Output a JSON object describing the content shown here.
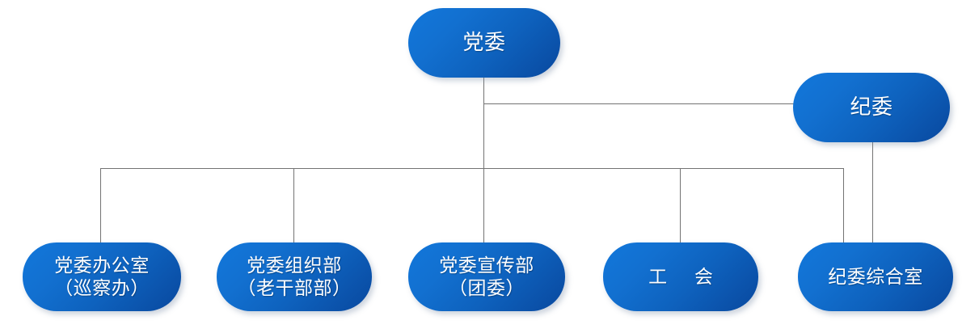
{
  "chart": {
    "type": "org-chart",
    "title": "",
    "orientation": "top-down",
    "line_color": "#737373",
    "node_fill_from": "#1177DB",
    "node_fill_to": "#09489E",
    "node_text_color": "#FFFFFF",
    "background": "#FFFFFF",
    "levels": [
      {
        "level": 1,
        "nodes": [
          {
            "id": "dangwei",
            "label": "党委"
          }
        ]
      },
      {
        "level": 2,
        "nodes": [
          {
            "id": "jiwei",
            "label": "纪委"
          }
        ]
      },
      {
        "level": 3,
        "nodes": [
          {
            "id": "dangwei-bangongshi",
            "label": "党委办公室\n（巡察办）"
          },
          {
            "id": "dangwei-zuzhibu",
            "label": "党委组织部\n（老干部部）"
          },
          {
            "id": "dangwei-xuanchuanbu",
            "label": "党委宣传部\n（团委）"
          },
          {
            "id": "gonghui",
            "label": "工 会"
          },
          {
            "id": "jiwei-zonghe-shi",
            "label": "纪委综合室"
          }
        ]
      }
    ],
    "edges": [
      {
        "from": "dangwei",
        "to": "jiwei"
      },
      {
        "from": "dangwei",
        "to": "dangwei-bangongshi"
      },
      {
        "from": "dangwei",
        "to": "dangwei-zuzhibu"
      },
      {
        "from": "dangwei",
        "to": "dangwei-xuanchuanbu"
      },
      {
        "from": "dangwei",
        "to": "gonghui"
      },
      {
        "from": "dangwei",
        "to": "jiwei-zonghe-shi"
      },
      {
        "from": "jiwei",
        "to": "jiwei-zonghe-shi"
      }
    ]
  }
}
